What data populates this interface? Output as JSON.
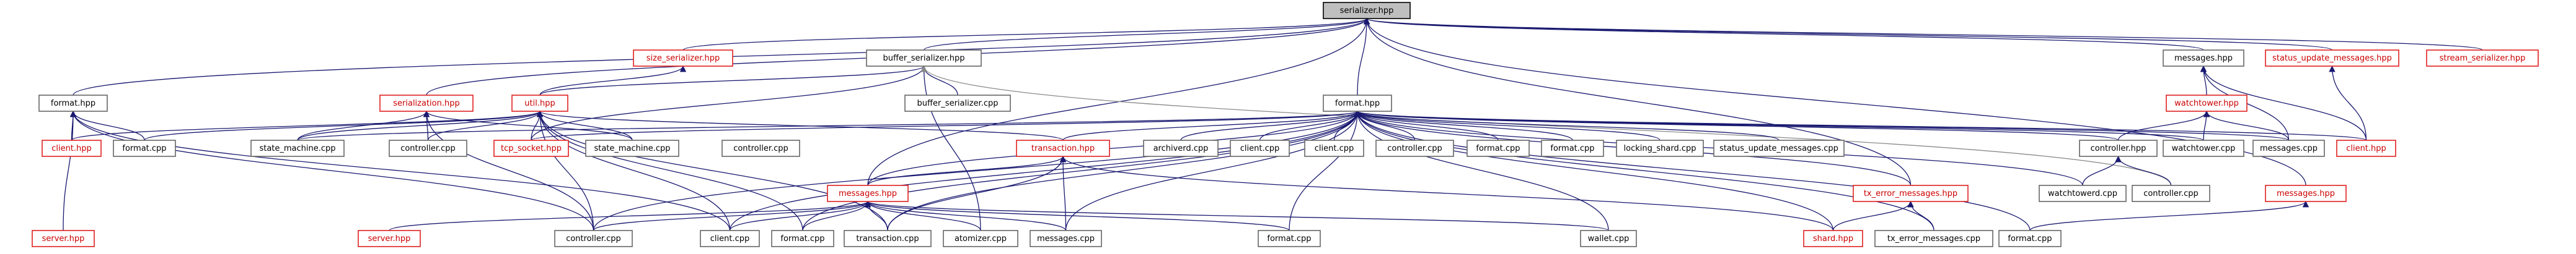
{
  "graph": {
    "type": "include-dependency-graph",
    "colors": {
      "edge": "#191970",
      "edge_secondary": "#8a8a8a",
      "node_border": "#666666",
      "node_border_missing": "#e02020",
      "root_fill": "#bfbfbf"
    },
    "nodes": [
      {
        "id": "serializer_hpp",
        "label": "serializer.hpp",
        "status": "root"
      },
      {
        "id": "format_hpp_a",
        "label": "format.hpp",
        "status": "normal"
      },
      {
        "id": "size_serializer_hpp",
        "label": "size_serializer.hpp",
        "status": "missing"
      },
      {
        "id": "buffer_serializer_hpp",
        "label": "buffer_serializer.hpp",
        "status": "normal"
      },
      {
        "id": "serialization_hpp",
        "label": "serialization.hpp",
        "status": "missing"
      },
      {
        "id": "util_hpp",
        "label": "util.hpp",
        "status": "missing"
      },
      {
        "id": "buffer_serializer_cpp",
        "label": "buffer_serializer.cpp",
        "status": "normal"
      },
      {
        "id": "format_hpp_main",
        "label": "format.hpp",
        "status": "normal"
      },
      {
        "id": "messages_hpp_top",
        "label": "messages.hpp",
        "status": "normal"
      },
      {
        "id": "status_update_messages_hpp",
        "label": "status_update_messages.hpp",
        "status": "missing"
      },
      {
        "id": "stream_serializer_hpp",
        "label": "stream_serializer.hpp",
        "status": "missing"
      },
      {
        "id": "watchtower_hpp",
        "label": "watchtower.hpp",
        "status": "missing"
      },
      {
        "id": "client_hpp_a",
        "label": "client.hpp",
        "status": "missing"
      },
      {
        "id": "format_cpp_a",
        "label": "format.cpp",
        "status": "normal"
      },
      {
        "id": "state_machine_cpp_a",
        "label": "state_machine.cpp",
        "status": "normal"
      },
      {
        "id": "controller_cpp_a",
        "label": "controller.cpp",
        "status": "normal"
      },
      {
        "id": "tcp_socket_hpp",
        "label": "tcp_socket.hpp",
        "status": "missing"
      },
      {
        "id": "state_machine_cpp_b",
        "label": "state_machine.cpp",
        "status": "normal"
      },
      {
        "id": "controller_cpp_b",
        "label": "controller.cpp",
        "status": "normal"
      },
      {
        "id": "transaction_hpp",
        "label": "transaction.hpp",
        "status": "missing"
      },
      {
        "id": "archiverd_cpp",
        "label": "archiverd.cpp",
        "status": "normal"
      },
      {
        "id": "client_cpp_a",
        "label": "client.cpp",
        "status": "normal"
      },
      {
        "id": "client_cpp_b",
        "label": "client.cpp",
        "status": "normal"
      },
      {
        "id": "controller_cpp_c",
        "label": "controller.cpp",
        "status": "normal"
      },
      {
        "id": "format_cpp_b",
        "label": "format.cpp",
        "status": "normal"
      },
      {
        "id": "format_cpp_c",
        "label": "format.cpp",
        "status": "normal"
      },
      {
        "id": "locking_shard_cpp",
        "label": "locking_shard.cpp",
        "status": "normal"
      },
      {
        "id": "status_update_messages_cpp",
        "label": "status_update_messages.cpp",
        "status": "normal"
      },
      {
        "id": "controller_hpp",
        "label": "controller.hpp",
        "status": "normal"
      },
      {
        "id": "watchtower_cpp",
        "label": "watchtower.cpp",
        "status": "normal"
      },
      {
        "id": "messages_cpp_a",
        "label": "messages.cpp",
        "status": "normal"
      },
      {
        "id": "client_hpp_b",
        "label": "client.hpp",
        "status": "missing"
      },
      {
        "id": "messages_hpp_mid",
        "label": "messages.hpp",
        "status": "missing"
      },
      {
        "id": "tx_error_messages_hpp",
        "label": "tx_error_messages.hpp",
        "status": "missing"
      },
      {
        "id": "watchtowerd_cpp",
        "label": "watchtowerd.cpp",
        "status": "normal"
      },
      {
        "id": "controller_cpp_d",
        "label": "controller.cpp",
        "status": "normal"
      },
      {
        "id": "messages_hpp_right",
        "label": "messages.hpp",
        "status": "missing"
      },
      {
        "id": "server_hpp_a",
        "label": "server.hpp",
        "status": "missing"
      },
      {
        "id": "server_hpp_b",
        "label": "server.hpp",
        "status": "missing"
      },
      {
        "id": "controller_cpp_e",
        "label": "controller.cpp",
        "status": "normal"
      },
      {
        "id": "client_cpp_c",
        "label": "client.cpp",
        "status": "normal"
      },
      {
        "id": "format_cpp_d",
        "label": "format.cpp",
        "status": "normal"
      },
      {
        "id": "transaction_cpp",
        "label": "transaction.cpp",
        "status": "normal"
      },
      {
        "id": "atomizer_cpp",
        "label": "atomizer.cpp",
        "status": "normal"
      },
      {
        "id": "messages_cpp_b",
        "label": "messages.cpp",
        "status": "normal"
      },
      {
        "id": "format_cpp_e",
        "label": "format.cpp",
        "status": "normal"
      },
      {
        "id": "wallet_cpp",
        "label": "wallet.cpp",
        "status": "normal"
      },
      {
        "id": "shard_hpp",
        "label": "shard.hpp",
        "status": "missing"
      },
      {
        "id": "tx_error_messages_cpp",
        "label": "tx_error_messages.cpp",
        "status": "normal"
      },
      {
        "id": "format_cpp_f",
        "label": "format.cpp",
        "status": "normal"
      }
    ],
    "edges": [
      [
        "format_hpp_a",
        "serializer_hpp"
      ],
      [
        "size_serializer_hpp",
        "serializer_hpp"
      ],
      [
        "buffer_serializer_hpp",
        "serializer_hpp"
      ],
      [
        "serialization_hpp",
        "serializer_hpp"
      ],
      [
        "format_hpp_main",
        "serializer_hpp"
      ],
      [
        "messages_hpp_mid",
        "serializer_hpp"
      ],
      [
        "messages_hpp_top",
        "serializer_hpp"
      ],
      [
        "status_update_messages_hpp",
        "serializer_hpp"
      ],
      [
        "stream_serializer_hpp",
        "serializer_hpp"
      ],
      [
        "tx_error_messages_hpp",
        "serializer_hpp"
      ],
      [
        "messages_hpp_right",
        "serializer_hpp"
      ],
      [
        "util_hpp",
        "size_serializer_hpp"
      ],
      [
        "util_hpp",
        "buffer_serializer_hpp"
      ],
      [
        "buffer_serializer_cpp",
        "buffer_serializer_hpp"
      ],
      [
        "tcp_socket_hpp",
        "buffer_serializer_hpp"
      ],
      [
        "atomizer_cpp",
        "buffer_serializer_hpp"
      ],
      [
        "controller_cpp_d",
        "buffer_serializer_hpp"
      ],
      [
        "client_hpp_a",
        "format_hpp_a"
      ],
      [
        "format_cpp_a",
        "format_hpp_a"
      ],
      [
        "server_hpp_a",
        "format_hpp_a"
      ],
      [
        "controller_cpp_e",
        "format_hpp_a"
      ],
      [
        "client_cpp_c",
        "format_hpp_a"
      ],
      [
        "state_machine_cpp_a",
        "serialization_hpp"
      ],
      [
        "controller_cpp_a",
        "serialization_hpp"
      ],
      [
        "state_machine_cpp_b",
        "serialization_hpp"
      ],
      [
        "controller_cpp_e",
        "serialization_hpp"
      ],
      [
        "client_hpp_a",
        "util_hpp"
      ],
      [
        "format_cpp_a",
        "util_hpp"
      ],
      [
        "state_machine_cpp_a",
        "util_hpp"
      ],
      [
        "controller_cpp_a",
        "util_hpp"
      ],
      [
        "tcp_socket_hpp",
        "util_hpp"
      ],
      [
        "state_machine_cpp_b",
        "util_hpp"
      ],
      [
        "transaction_hpp",
        "util_hpp"
      ],
      [
        "controller_cpp_e",
        "util_hpp"
      ],
      [
        "client_cpp_c",
        "util_hpp"
      ],
      [
        "format_cpp_d",
        "util_hpp"
      ],
      [
        "transaction_cpp",
        "util_hpp"
      ],
      [
        "state_machine_cpp_a",
        "format_hpp_main"
      ],
      [
        "tcp_socket_hpp",
        "format_hpp_main"
      ],
      [
        "transaction_hpp",
        "format_hpp_main"
      ],
      [
        "archiverd_cpp",
        "format_hpp_main"
      ],
      [
        "client_cpp_a",
        "format_hpp_main"
      ],
      [
        "client_cpp_b",
        "format_hpp_main"
      ],
      [
        "controller_cpp_c",
        "format_hpp_main"
      ],
      [
        "format_cpp_b",
        "format_hpp_main"
      ],
      [
        "format_cpp_c",
        "format_hpp_main"
      ],
      [
        "locking_shard_cpp",
        "format_hpp_main"
      ],
      [
        "status_update_messages_cpp",
        "format_hpp_main"
      ],
      [
        "watchtower_cpp",
        "format_hpp_main"
      ],
      [
        "messages_cpp_a",
        "format_hpp_main"
      ],
      [
        "client_hpp_b",
        "format_hpp_main"
      ],
      [
        "controller_hpp",
        "format_hpp_main"
      ],
      [
        "messages_hpp_mid",
        "format_hpp_main"
      ],
      [
        "tx_error_messages_hpp",
        "format_hpp_main"
      ],
      [
        "watchtowerd_cpp",
        "format_hpp_main"
      ],
      [
        "controller_cpp_e",
        "format_hpp_main"
      ],
      [
        "client_cpp_c",
        "format_hpp_main"
      ],
      [
        "format_cpp_d",
        "format_hpp_main"
      ],
      [
        "transaction_cpp",
        "format_hpp_main"
      ],
      [
        "messages_cpp_b",
        "format_hpp_main"
      ],
      [
        "format_cpp_e",
        "format_hpp_main"
      ],
      [
        "wallet_cpp",
        "format_hpp_main"
      ],
      [
        "shard_hpp",
        "format_hpp_main"
      ],
      [
        "tx_error_messages_cpp",
        "format_hpp_main"
      ],
      [
        "format_cpp_f",
        "format_hpp_main"
      ],
      [
        "watchtower_hpp",
        "messages_hpp_top"
      ],
      [
        "messages_cpp_a",
        "messages_hpp_top"
      ],
      [
        "client_hpp_b",
        "messages_hpp_top"
      ],
      [
        "client_hpp_b",
        "status_update_messages_hpp"
      ],
      [
        "controller_hpp",
        "watchtower_hpp"
      ],
      [
        "watchtower_cpp",
        "watchtower_hpp"
      ],
      [
        "messages_cpp_a",
        "watchtower_hpp"
      ],
      [
        "watchtowerd_cpp",
        "controller_hpp"
      ],
      [
        "controller_cpp_d",
        "controller_hpp"
      ],
      [
        "messages_hpp_mid",
        "transaction_hpp"
      ],
      [
        "transaction_cpp",
        "transaction_hpp"
      ],
      [
        "messages_cpp_b",
        "transaction_hpp"
      ],
      [
        "shard_hpp",
        "transaction_hpp"
      ],
      [
        "server_hpp_b",
        "messages_hpp_mid"
      ],
      [
        "controller_cpp_e",
        "messages_hpp_mid"
      ],
      [
        "client_cpp_c",
        "messages_hpp_mid"
      ],
      [
        "format_cpp_d",
        "messages_hpp_mid"
      ],
      [
        "transaction_cpp",
        "messages_hpp_mid"
      ],
      [
        "atomizer_cpp",
        "messages_hpp_mid"
      ],
      [
        "messages_cpp_b",
        "messages_hpp_mid"
      ],
      [
        "format_cpp_e",
        "messages_hpp_mid"
      ],
      [
        "wallet_cpp",
        "messages_hpp_mid"
      ],
      [
        "shard_hpp",
        "tx_error_messages_hpp"
      ],
      [
        "tx_error_messages_cpp",
        "tx_error_messages_hpp"
      ],
      [
        "format_cpp_f",
        "messages_hpp_right"
      ]
    ]
  }
}
